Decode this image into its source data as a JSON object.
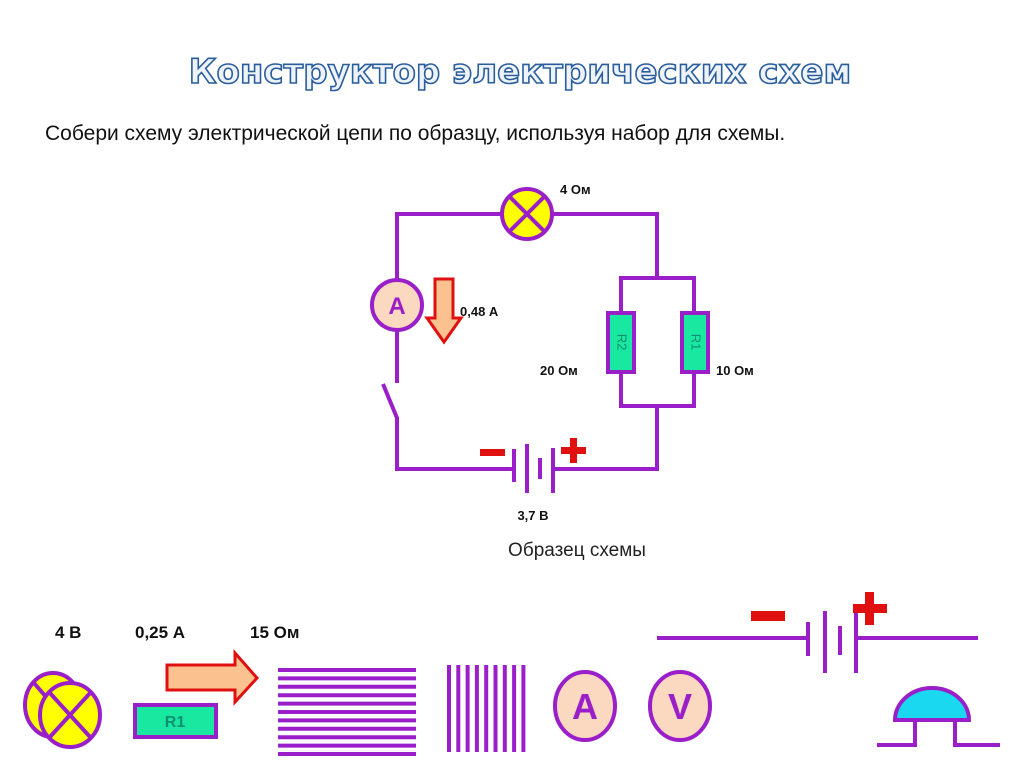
{
  "title": "Конструктор электрических схем",
  "instruction": "Собери схему электрической цепи по образцу, используя набор для схемы.",
  "sample": {
    "caption": "Образец схемы",
    "lamp_resistance": "4 Ом",
    "current": "0,48 А",
    "r2_label": "R2",
    "r2_value": "20 Ом",
    "r1_label": "R1",
    "r1_value": "10 Ом",
    "voltage": "3,7 В",
    "ammeter": "A",
    "minus": "−",
    "plus": "+"
  },
  "kit": {
    "voltage": "4 В",
    "current": "0,25 А",
    "resistance": "15 Ом",
    "resistor_label": "R1",
    "ammeter": "A",
    "voltmeter": "V"
  },
  "colors": {
    "wire": "#9b1fc9",
    "lamp": "#ffff00",
    "resistor": "#19e8a0",
    "meter": "#fbd8c0",
    "arrow": "#fbc28f",
    "bell": "#19d8f0",
    "sign": "#e01010"
  }
}
